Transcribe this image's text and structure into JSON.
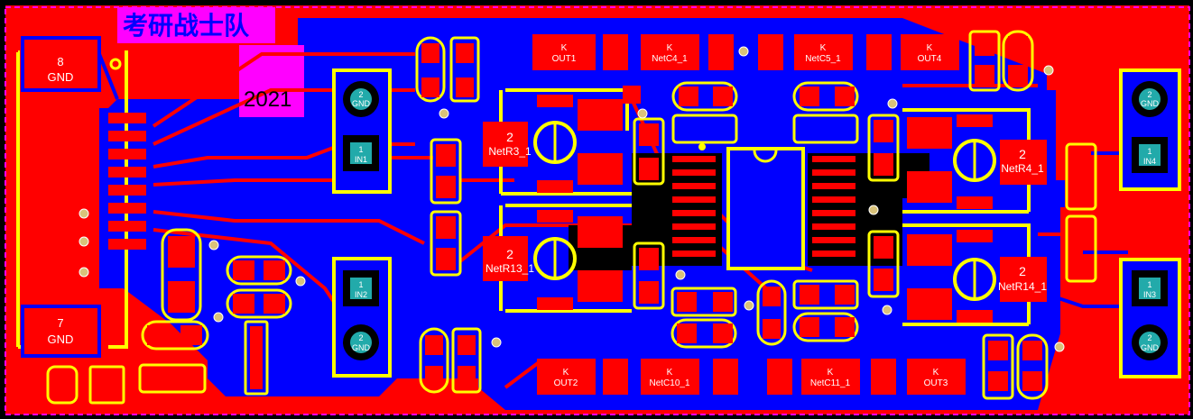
{
  "board": {
    "silk_title": "考研战士队",
    "silk_year": "2021",
    "colors": {
      "background": "#000000",
      "top_copper": "#ff0000",
      "bottom_copper": "#0000ff",
      "silkscreen": "#ffff00",
      "pad": "#ff0000",
      "keepout": "#ff00ff"
    }
  },
  "pads": {
    "p8": {
      "num": "8",
      "net": "GND"
    },
    "p7": {
      "num": "7",
      "net": "GND"
    },
    "in1": {
      "num": "1",
      "net": "IN1"
    },
    "in1g": {
      "num": "2",
      "net": "GND"
    },
    "in2": {
      "num": "1",
      "net": "IN2"
    },
    "in2g": {
      "num": "2",
      "net": "GND"
    },
    "in4": {
      "num": "1",
      "net": "IN4"
    },
    "in4g": {
      "num": "2",
      "net": "GND"
    },
    "in3": {
      "num": "1",
      "net": "IN3"
    },
    "in3g": {
      "num": "2",
      "net": "GND"
    },
    "r3": {
      "num": "2",
      "net": "NetR3_1"
    },
    "r13": {
      "num": "2",
      "net": "NetR13_1"
    },
    "r4": {
      "num": "2",
      "net": "NetR4_1"
    },
    "r14": {
      "num": "2",
      "net": "NetR14_1"
    },
    "top_k": [
      {
        "k": "K",
        "net": "OUT1"
      },
      {
        "k": "K",
        "net": "NetC4_1"
      },
      {
        "k": "K",
        "net": "NetC5_1"
      },
      {
        "k": "K",
        "net": "OUT4"
      }
    ],
    "bot_k": [
      {
        "k": "K",
        "net": "OUT2"
      },
      {
        "k": "K",
        "net": "NetC10_1"
      },
      {
        "k": "K",
        "net": "NetC11_1"
      },
      {
        "k": "K",
        "net": "OUT3"
      }
    ]
  }
}
